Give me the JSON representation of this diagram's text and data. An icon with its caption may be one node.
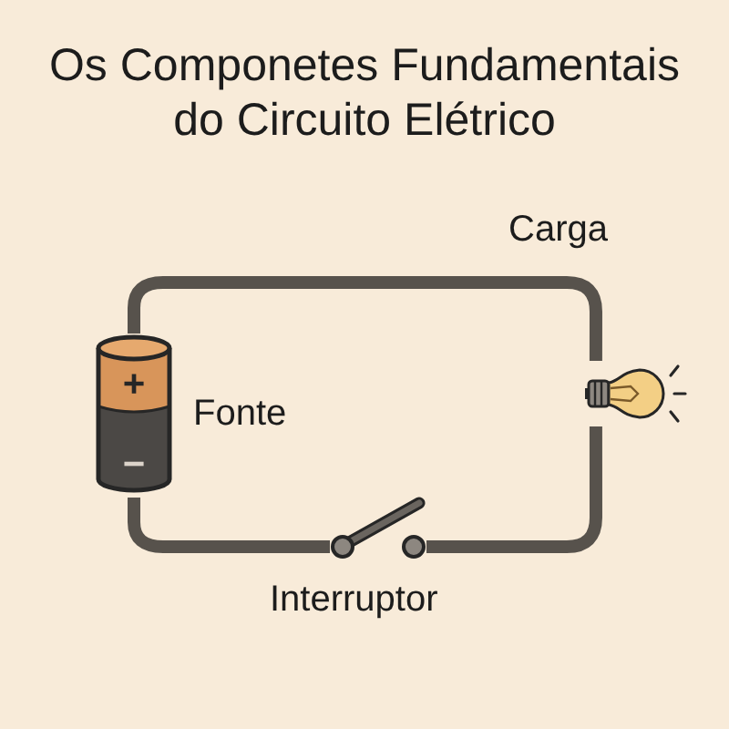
{
  "diagram": {
    "title": "Os Componetes Fundamentais do Circuito Elétrico",
    "nodes": [
      {
        "text": [
          "+",
          "−"
        ],
        "beside": [
          "Fonte"
        ]
      },
      {
        "text": [],
        "shape": "picture",
        "beside": [
          "Carga"
        ]
      },
      {
        "text": [],
        "shape": "picture",
        "beside": [
          "Interruptor"
        ]
      }
    ],
    "edges": [
      {
        "from": 0,
        "to": 1,
        "arrow": "none"
      },
      {
        "from": 1,
        "to": 2,
        "arrow": "none"
      },
      {
        "from": 2,
        "to": 0,
        "arrow": "none"
      }
    ]
  }
}
